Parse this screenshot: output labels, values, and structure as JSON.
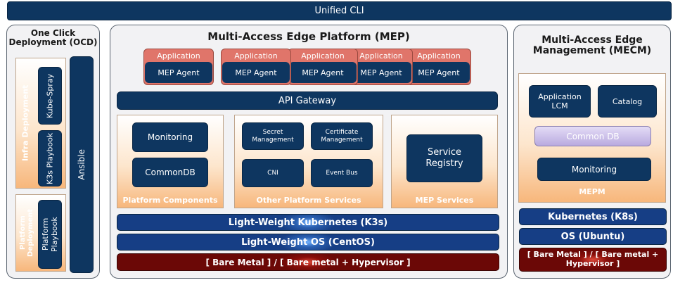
{
  "top_bar": {
    "label": "Unified CLI"
  },
  "ocd": {
    "title": "One Click Deployment (OCD)",
    "infra_label": "Infra Deployment",
    "kubespray": "Kube-Spray",
    "k3s_playbook": "K3s Playbook",
    "ansible": "Ansible",
    "platform_label": "Platform Deployment",
    "platform_playbook": "Platform Playbook"
  },
  "mep": {
    "title": "Multi-Access Edge Platform (MEP)",
    "apps": [
      {
        "app": "Application",
        "agent": "MEP Agent"
      },
      {
        "app": "Application",
        "agent": "MEP Agent"
      },
      {
        "app": "Application",
        "agent": "MEP Agent"
      },
      {
        "app": "Application",
        "agent": "MEP Agent"
      },
      {
        "app": "Application",
        "agent": "MEP Agent"
      }
    ],
    "api_gateway": "API Gateway",
    "platform_components": {
      "title": "Platform Components",
      "monitoring": "Monitoring",
      "commondb": "CommonDB"
    },
    "other_services": {
      "title": "Other Platform Services",
      "secret": "Secret Management",
      "certificate": "Certificate Management",
      "cni": "CNI",
      "eventbus": "Event Bus"
    },
    "mep_services": {
      "title": "MEP Services",
      "registry": "Service Registry"
    },
    "k3s": "Light-Weight Kubernetes (K3s)",
    "os": "Light-Weight OS (CentOS)",
    "bare": "[ Bare Metal ] / [ Bare metal + Hypervisor ]"
  },
  "mecm": {
    "title": "Multi-Access Edge Management (MECM)",
    "app_lcm": "Application LCM",
    "catalog": "Catalog",
    "common_db": "Common DB",
    "monitoring": "Monitoring",
    "mepm": "MEPM",
    "k8s": "Kubernetes (K8s)",
    "os": "OS (Ubuntu)",
    "bare": "[ Bare Metal ] / [ Bare metal + Hypervisor ]"
  },
  "colors": {
    "navy": "#0e3660",
    "application": "#e0756a",
    "orange_gradient_end": "#f7b77c",
    "blue_bar": "#163e85",
    "red_bar": "#6b0806",
    "common_db": "#c9bde6"
  }
}
